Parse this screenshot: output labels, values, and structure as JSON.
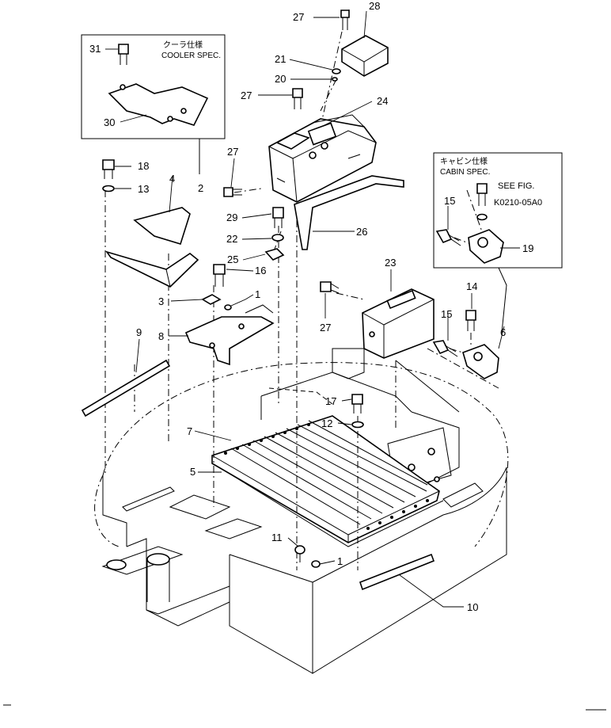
{
  "inset_cooler": {
    "title_jp": "クーラ仕様",
    "title_en": "COOLER SPEC."
  },
  "inset_cabin": {
    "title_jp": "キャビン仕様",
    "title_en": "CABIN SPEC.",
    "see_fig": "SEE FIG.",
    "fig_ref": "K0210-05A0"
  },
  "callouts": {
    "c1a": "1",
    "c1b": "1",
    "c2": "2",
    "c3": "3",
    "c4": "4",
    "c5": "5",
    "c6": "6",
    "c7": "7",
    "c8": "8",
    "c9": "9",
    "c10": "10",
    "c11": "11",
    "c12": "12",
    "c13": "13",
    "c14": "14",
    "c15a": "15",
    "c15b": "15",
    "c16": "16",
    "c17": "17",
    "c18": "18",
    "c19": "19",
    "c20": "20",
    "c21": "21",
    "c22": "22",
    "c23": "23",
    "c24": "24",
    "c25": "25",
    "c26": "26",
    "c27a": "27",
    "c27b": "27",
    "c27c": "27",
    "c27d": "27",
    "c28": "28",
    "c29": "29",
    "c30": "30",
    "c31": "31"
  }
}
